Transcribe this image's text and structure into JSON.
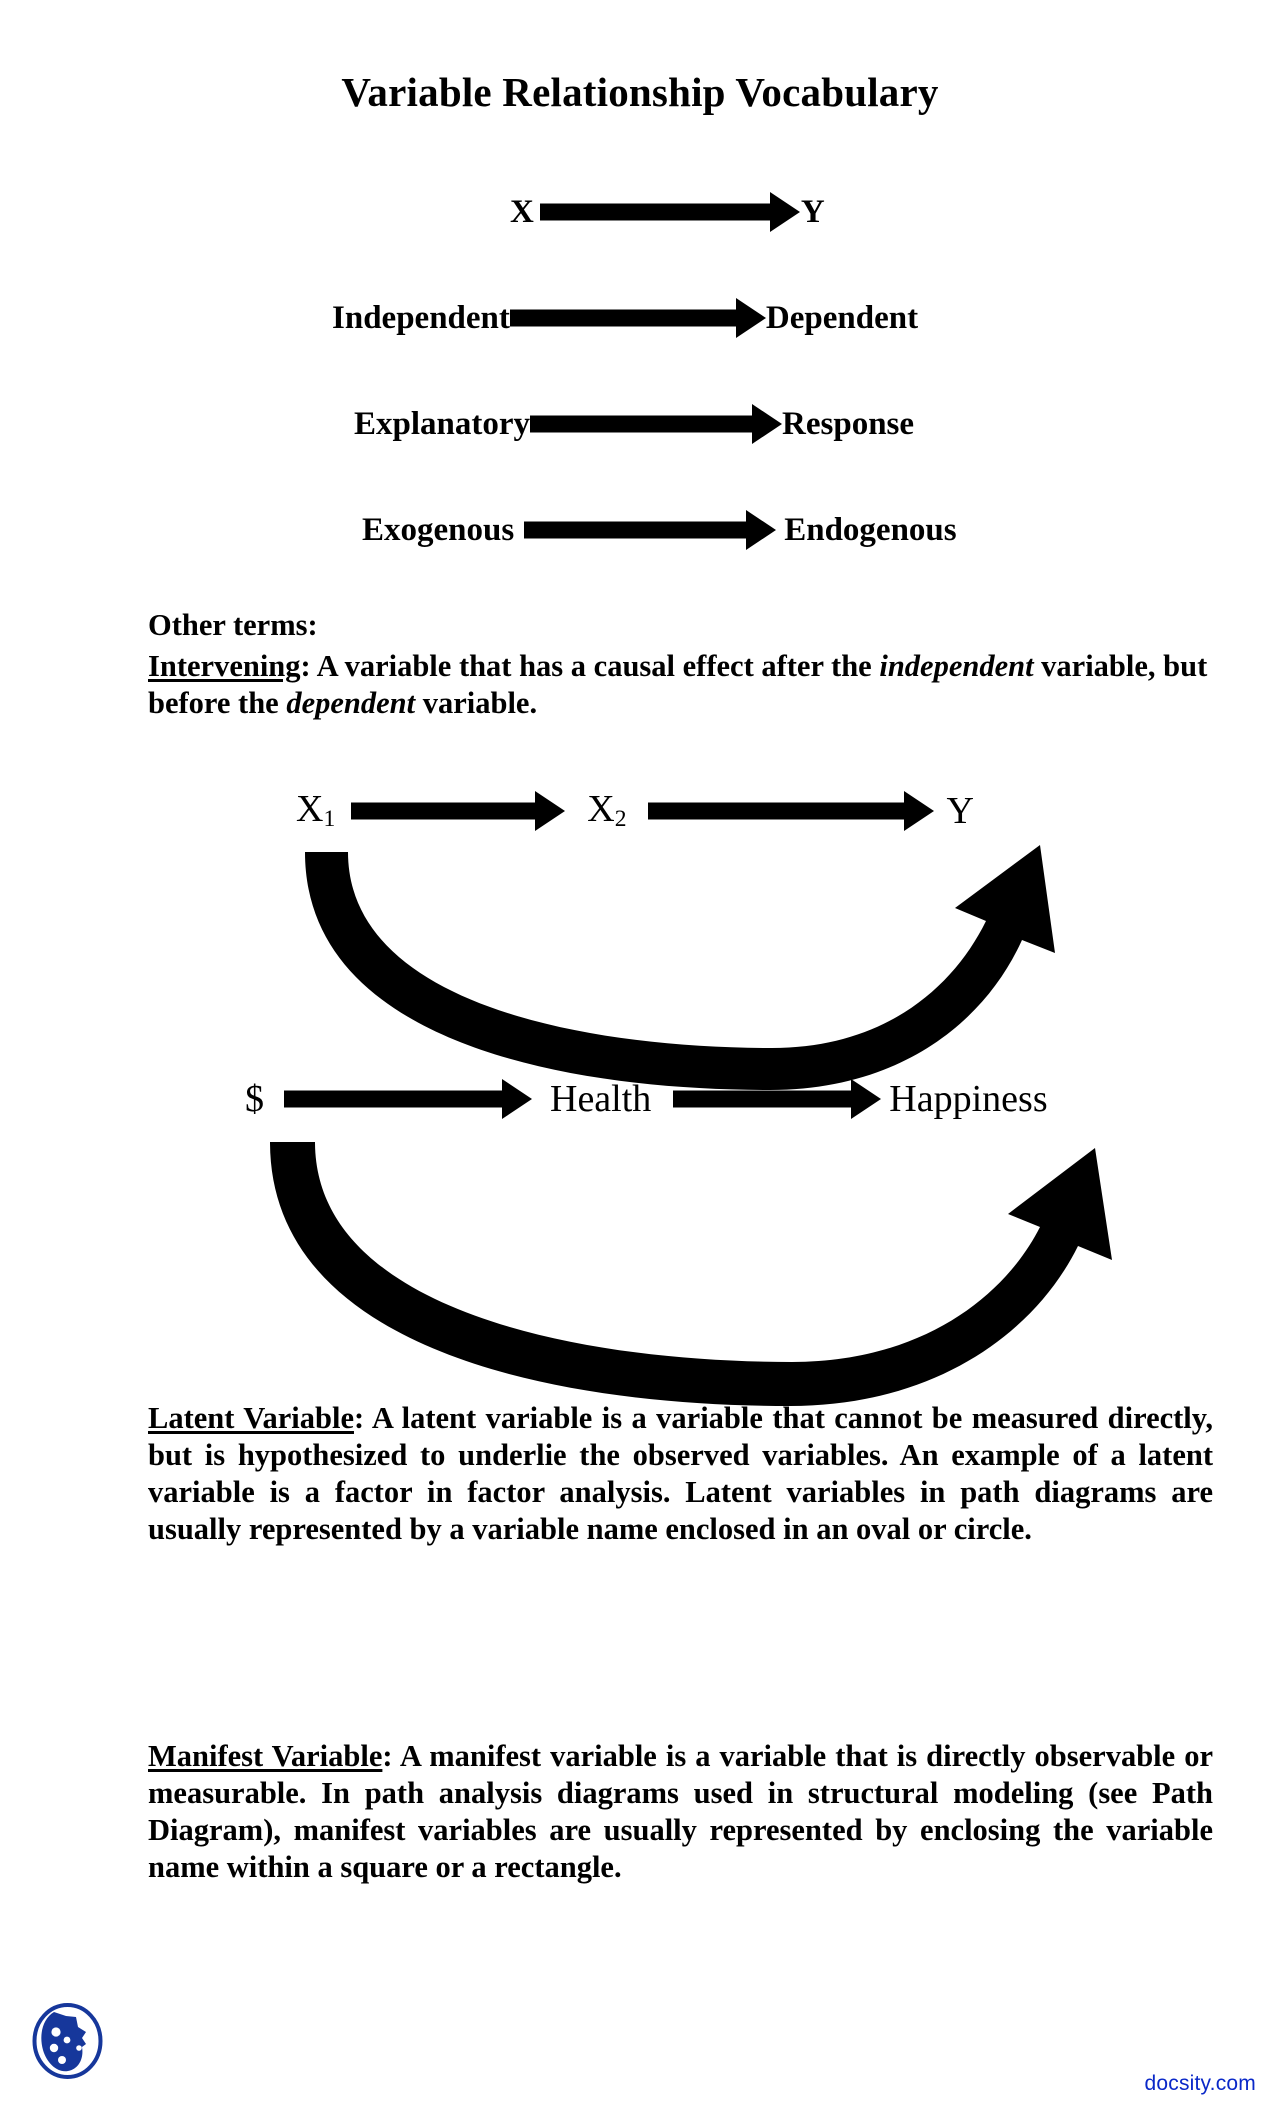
{
  "document": {
    "title": "Variable Relationship Vocabulary"
  },
  "pairs": [
    {
      "left": "X",
      "right": "Y"
    },
    {
      "left": "Independent",
      "right": "Dependent"
    },
    {
      "left": "Explanatory",
      "right": "Response"
    },
    {
      "left": "Exogenous",
      "right": "Endogenous"
    }
  ],
  "other_terms": {
    "heading": "Other terms:",
    "intervening": {
      "term": "Intervening",
      "colon": ": ",
      "text_part1": "A variable that has a causal effect after the ",
      "em1": "independent",
      "text_part2": " variable, but before the ",
      "em2": "dependent",
      "text_part3": " variable."
    }
  },
  "diagram_abstract": {
    "node1": "X",
    "node1_sub": "1",
    "node2": "X",
    "node2_sub": "2",
    "node3": "Y"
  },
  "diagram_concrete": {
    "node1": "$",
    "node2": "Health",
    "node3": "Happiness"
  },
  "definitions": [
    {
      "term": "Latent Variable",
      "colon": ": ",
      "text": "A latent variable is a variable that cannot be measured directly, but is hypothesized to underlie the observed variables.  An example of a latent variable is a factor in factor analysis.  Latent variables in path diagrams are usually represented by a variable name enclosed in an oval or circle."
    },
    {
      "term": "Manifest Variable",
      "colon": ": ",
      "text": "A manifest variable is a variable that is directly observable or measurable.  In path analysis diagrams used in structural modeling (see Path Diagram), manifest variables are usually represented by enclosing the variable name within a square or a rectangle."
    }
  ],
  "footer": {
    "link_text": "docsity.com",
    "link_color": "#0a28c8",
    "logo_color": "#16379b",
    "logo_name": "docsity-cookie-logo"
  }
}
